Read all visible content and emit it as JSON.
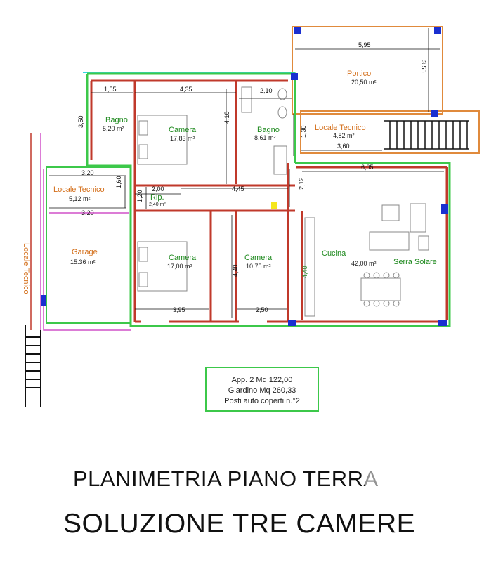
{
  "rooms": {
    "portico": {
      "name": "Portico",
      "area": "20,50 m²"
    },
    "locale_tecnico_top": {
      "name": "Locale Tecnico",
      "area": "4,82 m²"
    },
    "bagno_left": {
      "name": "Bagno",
      "area": "5,20 m²"
    },
    "camera_top": {
      "name": "Camera",
      "area": "17,83 m²"
    },
    "bagno_right": {
      "name": "Bagno",
      "area": "8,61 m²"
    },
    "locale_tecnico_left": {
      "name": "Locale Tecnico",
      "area": "5,12 m²"
    },
    "rip": {
      "name": "Rip.",
      "area": "2,40 m²"
    },
    "garage": {
      "name": "Garage",
      "area": "15.36 m²"
    },
    "camera_bottom_left": {
      "name": "Camera",
      "area": "17,00 m²"
    },
    "camera_bottom_mid": {
      "name": "Camera",
      "area": "10,75 m²"
    },
    "cucina": {
      "name": "Cucina"
    },
    "serra_solare": {
      "name": "Serra Solare",
      "area": "42,00 m²"
    },
    "locale_tecnico_side": {
      "name": "Locale Tecnico"
    }
  },
  "dimensions": {
    "d595": "5,95",
    "d355": "3,55",
    "d155": "1,55",
    "d435": "4,35",
    "d210": "2,10",
    "d410": "4,10",
    "d130": "1,30",
    "d360": "3,60",
    "d605": "6,05",
    "d320a": "3,20",
    "d160": "1,60",
    "d320b": "3,20",
    "d200": "2,00",
    "d120": "1,20",
    "d445": "4,45",
    "d212": "2,12",
    "d440a": "4,40",
    "d440b": "4,40",
    "d395": "3,95",
    "d250": "2,50",
    "d350": "3,50"
  },
  "info": {
    "line1": "App. 2  Mq 122,00",
    "line2": "Giardino  Mq 260,33",
    "line3": "Posti auto coperti n.°2"
  },
  "titles": {
    "line1": "PLANIMETRIA PIANO TERRA",
    "line2": "SOLUZIONE TRE CAMERE"
  },
  "colors": {
    "wall_green": "#3cc84a",
    "wall_red": "#c0392b",
    "portico_orange": "#e08a3c",
    "column_blue": "#1a2fd0",
    "garage_magenta": "#d050c8",
    "accent_yellow": "#f5e61c"
  }
}
